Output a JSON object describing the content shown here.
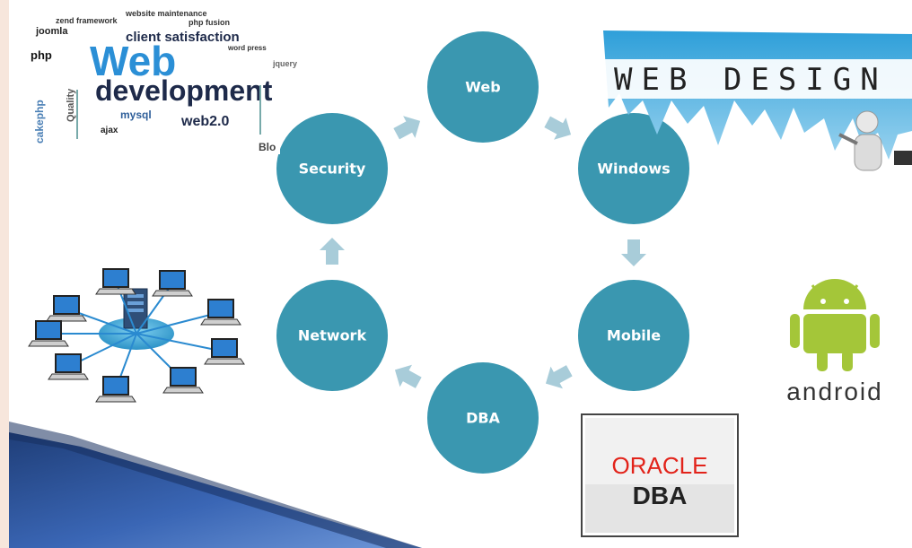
{
  "cycle": {
    "nodes": [
      {
        "id": "web",
        "label": "Web"
      },
      {
        "id": "windows",
        "label": "Windows"
      },
      {
        "id": "mobile",
        "label": "Mobile"
      },
      {
        "id": "dba",
        "label": "DBA"
      },
      {
        "id": "network",
        "label": "Network"
      },
      {
        "id": "security",
        "label": "Security"
      }
    ]
  },
  "colors": {
    "node": "#3a97b0",
    "arrow": "#a8ccd9",
    "banner_dark": "#1f3e78",
    "banner_light": "#5f8bd1",
    "android_green": "#a4c639",
    "oracle_red": "#e2231a"
  },
  "web_dev_cloud": {
    "words": [
      "website maintenance",
      "zend framework",
      "php fusion",
      "joomla",
      "client satisfaction",
      "php",
      "Web",
      "development",
      "mysql",
      "web2.0",
      "ajax",
      "cakephp",
      "Quality",
      "jquery",
      "word press",
      "Blo"
    ]
  },
  "web_design_banner": {
    "text": "WEB DESIGN"
  },
  "oracle_logo": {
    "brand": "ORACLE",
    "line": "DBA"
  },
  "android_logo": {
    "text": "android",
    "mark": "android-robot-icon"
  },
  "network_image": {
    "mark": "network-topology"
  }
}
